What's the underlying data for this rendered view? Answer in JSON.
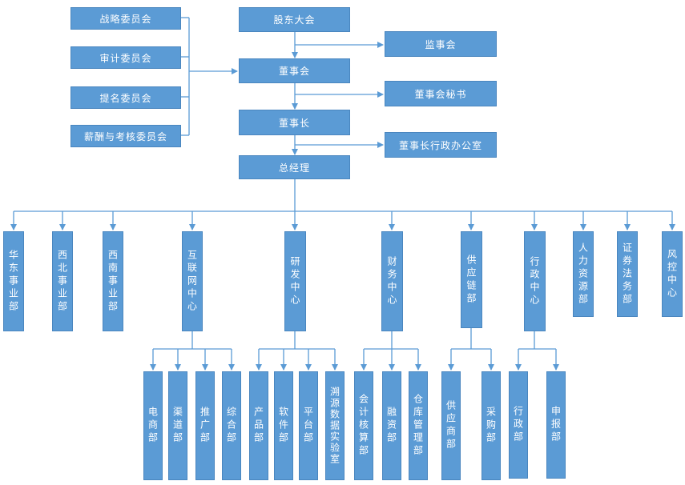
{
  "top": {
    "shareholders": "股东大会",
    "board": "董事会",
    "chairman": "董事长",
    "general_manager": "总经理",
    "supervisors": "监事会",
    "board_secretary": "董事会秘书",
    "chairman_office": "董事长行政办公室"
  },
  "committees": [
    "战略委员会",
    "审计委员会",
    "提名委员会",
    "薪酬与考核委员会"
  ],
  "departments": [
    "华东事业部",
    "西北事业部",
    "西南事业部",
    "互联网中心",
    "研发中心",
    "财务中心",
    "供应链部",
    "行政中心",
    "人力资源部",
    "证券法务部",
    "风控中心"
  ],
  "sub_departments": {
    "internet": [
      "电商部",
      "渠道部",
      "推广部",
      "综合部"
    ],
    "rnd": [
      "产品部",
      "软件部",
      "平台部",
      "溯源数据实验室"
    ],
    "finance": [
      "会计核算部",
      "融资部",
      "仓库管理部"
    ],
    "supply": [
      "供应商部",
      "采购部"
    ],
    "admin": [
      "行政部",
      "申报部"
    ]
  },
  "colors": {
    "box_fill": "#5b9bd5",
    "box_border": "#4a86bf",
    "line": "#5b9bd5",
    "text": "#ffffff"
  }
}
